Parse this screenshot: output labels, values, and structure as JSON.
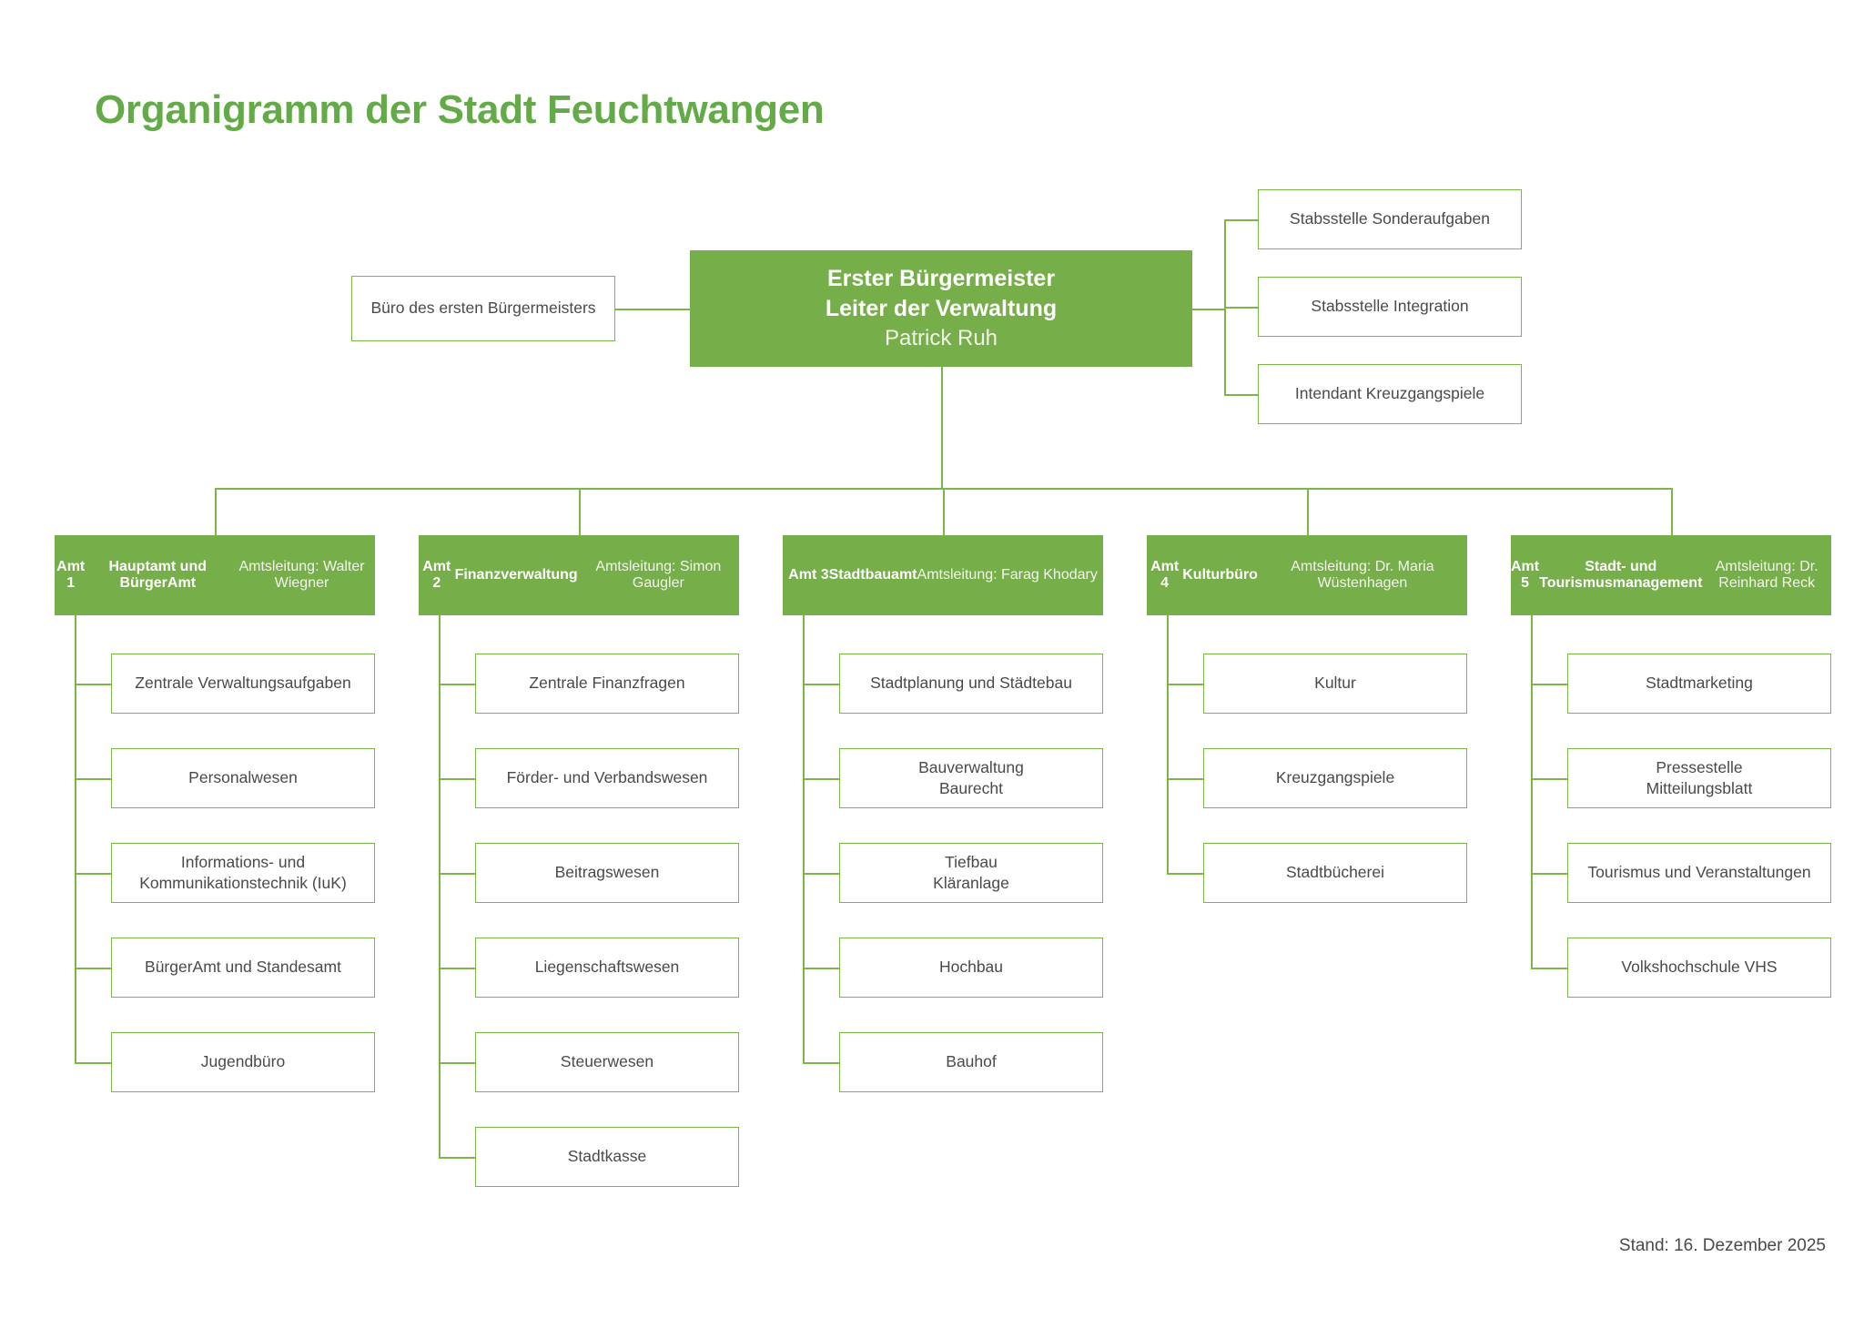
{
  "title": "Organigramm der Stadt Feuchtwangen",
  "footer": {
    "date_label": "Stand: 16. Dezember 2025"
  },
  "colors": {
    "brand_green": "#76ae48",
    "box_border": "#7ab648",
    "title_green": "#62ab47",
    "body_text": "#4a4a4a",
    "box_fill": "#ffffff",
    "page_background": "#ffffff"
  },
  "head": {
    "mayor": {
      "line1": "Erster Bürgermeister",
      "line2": "Leiter der Verwaltung",
      "person": "Patrick Ruh"
    },
    "office_left": {
      "label": "Büro des ersten Bürgermeisters"
    },
    "staff_units": [
      {
        "label": "Stabsstelle Sonderaufgaben"
      },
      {
        "label": "Stabsstelle Integration"
      },
      {
        "label": "Intendant Kreuzgangspiele"
      }
    ]
  },
  "departments": [
    {
      "number": "Amt 1",
      "name": "Hauptamt und BürgerAmt",
      "lead": "Amtsleitung: Walter Wiegner",
      "units": [
        {
          "line1": "Zentrale Verwaltungsaufgaben",
          "line2": ""
        },
        {
          "line1": "Personalwesen",
          "line2": ""
        },
        {
          "line1": "Informations- und",
          "line2": "Kommunikationstechnik (IuK)"
        },
        {
          "line1": "BürgerAmt und Standesamt",
          "line2": ""
        },
        {
          "line1": "Jugendbüro",
          "line2": ""
        }
      ]
    },
    {
      "number": "Amt 2",
      "name": "Finanzverwaltung",
      "lead": "Amtsleitung: Simon Gaugler",
      "units": [
        {
          "line1": "Zentrale Finanzfragen",
          "line2": ""
        },
        {
          "line1": "Förder- und Verbandswesen",
          "line2": ""
        },
        {
          "line1": "Beitragswesen",
          "line2": ""
        },
        {
          "line1": "Liegenschaftswesen",
          "line2": ""
        },
        {
          "line1": "Steuerwesen",
          "line2": ""
        },
        {
          "line1": "Stadtkasse",
          "line2": ""
        }
      ]
    },
    {
      "number": "Amt 3",
      "name": "Stadtbauamt",
      "lead": "Amtsleitung: Farag Khodary",
      "units": [
        {
          "line1": "Stadtplanung und Städtebau",
          "line2": ""
        },
        {
          "line1": "Bauverwaltung",
          "line2": "Baurecht"
        },
        {
          "line1": "Tiefbau",
          "line2": "Kläranlage"
        },
        {
          "line1": "Hochbau",
          "line2": ""
        },
        {
          "line1": "Bauhof",
          "line2": ""
        }
      ]
    },
    {
      "number": "Amt 4",
      "name": "Kulturbüro",
      "lead": "Amtsleitung: Dr. Maria Wüstenhagen",
      "units": [
        {
          "line1": "Kultur",
          "line2": ""
        },
        {
          "line1": "Kreuzgangspiele",
          "line2": ""
        },
        {
          "line1": "Stadtbücherei",
          "line2": ""
        }
      ]
    },
    {
      "number": "Amt 5",
      "name": "Stadt- und Tourismusmanagement",
      "lead": "Amtsleitung: Dr. Reinhard Reck",
      "units": [
        {
          "line1": "Stadtmarketing",
          "line2": ""
        },
        {
          "line1": "Pressestelle",
          "line2": "Mitteilungsblatt"
        },
        {
          "line1": "Tourismus und Veranstaltungen",
          "line2": ""
        },
        {
          "line1": "Volkshochschule VHS",
          "line2": ""
        }
      ]
    }
  ]
}
